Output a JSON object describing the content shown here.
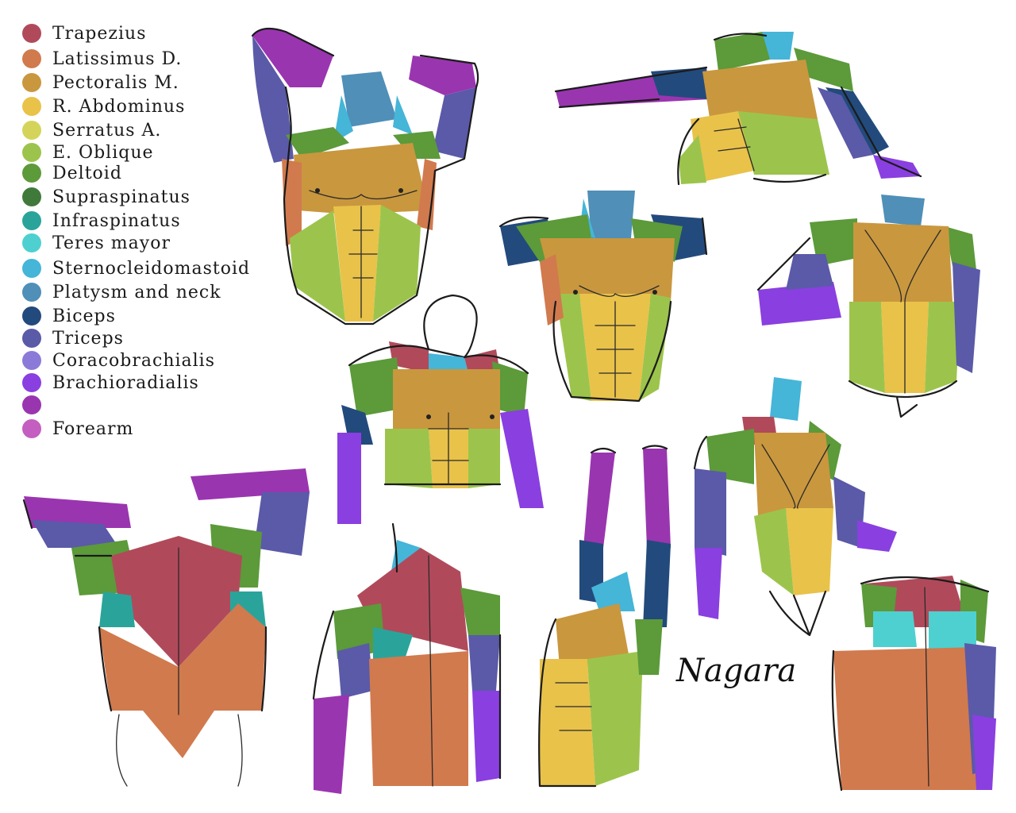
{
  "legend": [
    {
      "label": "Trapezius",
      "color": "#b04a5a"
    },
    {
      "label": "Latissimus D.",
      "color": "#d17a4e"
    },
    {
      "label": "Pectoralis M.",
      "color": "#c9973e"
    },
    {
      "label": "R. Abdominus",
      "color": "#e9c24a"
    },
    {
      "label": "Serratus A.",
      "color": "#d4d45a"
    },
    {
      "label": "E. Oblique",
      "color": "#9cc44c"
    },
    {
      "label": "Deltoid",
      "color": "#5c9a3a"
    },
    {
      "label": "Supraspinatus",
      "color": "#3f7a3a"
    },
    {
      "label": "Infraspinatus",
      "color": "#2aa49a"
    },
    {
      "label": "Teres mayor",
      "color": "#4ed0d0"
    },
    {
      "label": "Sternocleidomastoid",
      "color": "#45b5d8"
    },
    {
      "label": "Platysm and neck",
      "color": "#4f8fb8"
    },
    {
      "label": "Biceps",
      "color": "#234a7c"
    },
    {
      "label": "Triceps",
      "color": "#5a5aa8"
    },
    {
      "label": "Coracobrachialis",
      "color": "#8c7ad8"
    },
    {
      "label": "Brachioradialis",
      "color": "#8a3fe0"
    },
    {
      "label": "",
      "color": "#9a35b0"
    },
    {
      "label": "Forearm",
      "color": "#c45ec0"
    }
  ],
  "signature": "Nagara"
}
